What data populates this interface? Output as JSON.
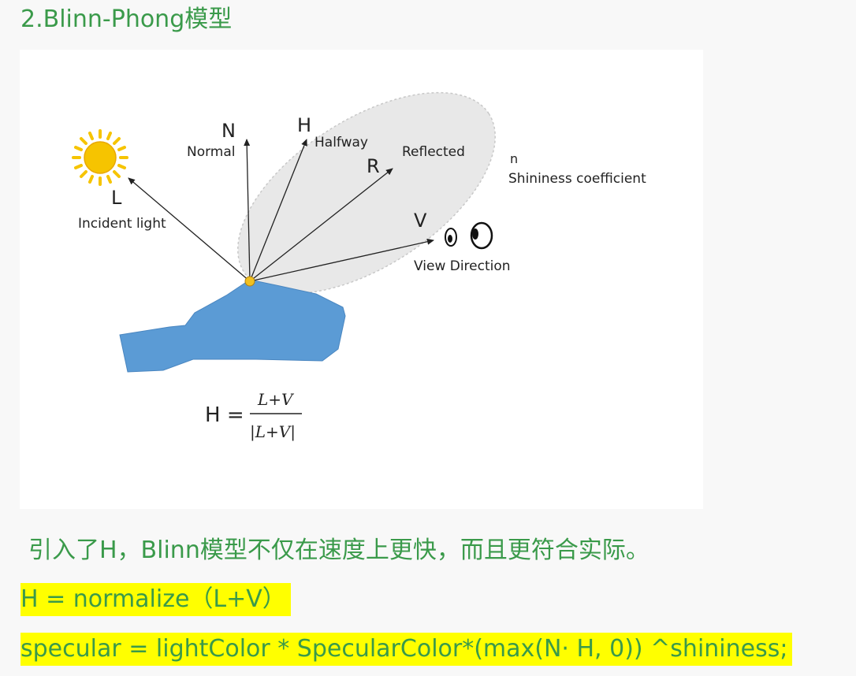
{
  "heading": "2.Blinn-Phong模型",
  "figure": {
    "labels": {
      "n_upper": "N",
      "normal": "Normal",
      "h_upper": "H",
      "halfway": "Halfway",
      "r_upper": "R",
      "reflected": "Reflected",
      "n_lower": "n",
      "shininess": "Shininess coefficient",
      "l_upper": "L",
      "incident": "Incident light",
      "v_upper": "V",
      "view_direction": "View Direction"
    },
    "formula": {
      "lhs": "H =",
      "numerator": "L+V",
      "denominator": "|L+V|"
    },
    "icons": [
      "sun-icon",
      "eye-icon",
      "surface-shape"
    ],
    "colors": {
      "surface": "#5b9bd5",
      "lobe": "#e8e8e8",
      "sun": "#f6c400",
      "point": "#f0c020"
    }
  },
  "paragraph": "引入了H，Blinn模型不仅在速度上更快，而且更符合实际。",
  "code_lines": [
    "H = normalize（L+V）",
    "specular = lightColor * SpecularColor*(max(N· H, 0)) ^shininess;"
  ],
  "colors": {
    "text_green": "#3a9a4a",
    "highlight": "#ffff00"
  }
}
